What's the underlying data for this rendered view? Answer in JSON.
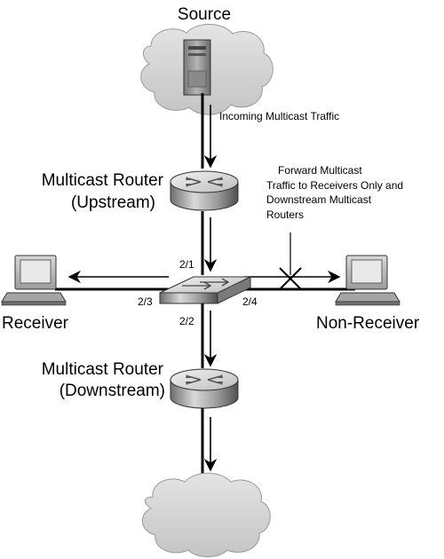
{
  "diagram": {
    "source_label": "Source",
    "incoming_label": "Incoming Multicast Traffic",
    "upstream_router_label_line1": "Multicast Router",
    "upstream_router_label_line2": "(Upstream)",
    "forward_note_lines": [
      "Forward Multicast",
      "Traffic to Receivers Only and",
      "Downstream Multicast",
      "Routers"
    ],
    "ports": {
      "top": "2/1",
      "left": "2/3",
      "right": "2/4",
      "bottom": "2/2"
    },
    "receiver_label": "Receiver",
    "non_receiver_label": "Non-Receiver",
    "downstream_router_label_line1": "Multicast Router",
    "downstream_router_label_line2": "(Downstream)"
  }
}
